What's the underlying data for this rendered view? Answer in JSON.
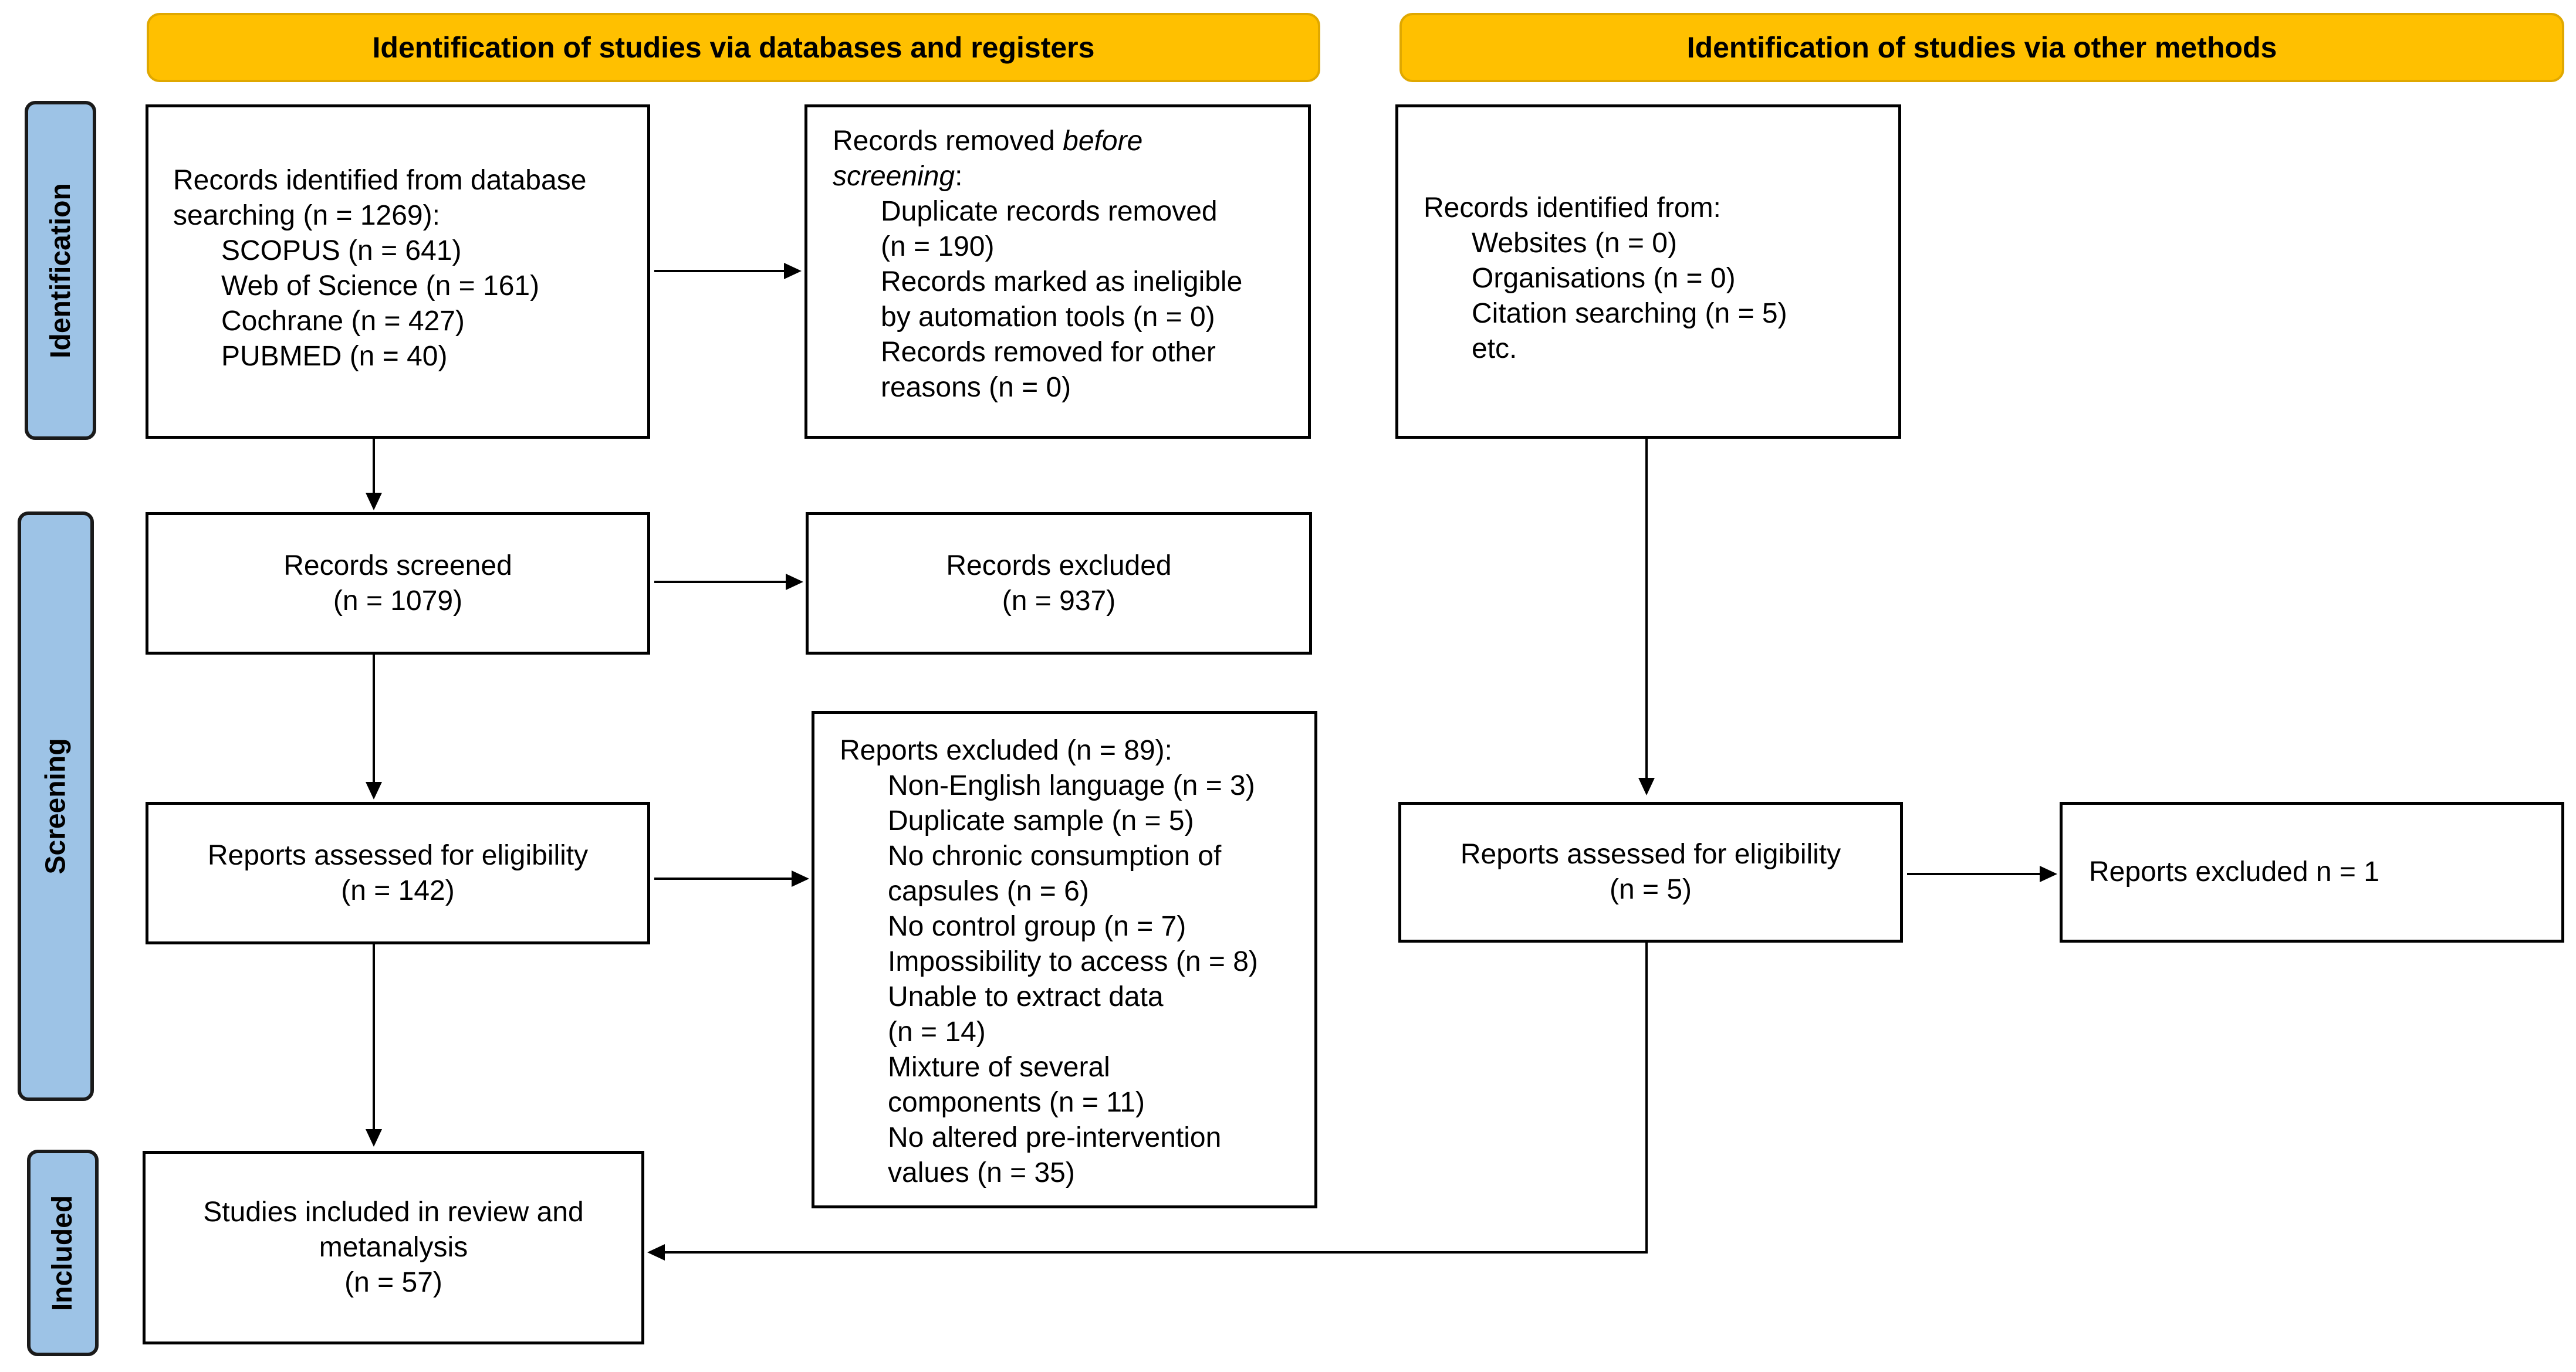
{
  "headers": {
    "databases": "Identification of studies via databases and registers",
    "other": "Identification of studies via other methods"
  },
  "phases": {
    "identification": "Identification",
    "screening": "Screening",
    "included": "Included"
  },
  "boxes": {
    "db_identified": {
      "lines": [
        "Records identified from database",
        "searching (n = 1269):"
      ],
      "sources": [
        "SCOPUS (n = 641)",
        "Web of Science (n = 161)",
        "Cochrane (n = 427)",
        "PUBMED (n = 40)"
      ]
    },
    "removed_before": {
      "title_a": "Records removed ",
      "title_em": "before",
      "title_em2": "screening",
      "title_b": ":",
      "items": [
        "Duplicate records removed",
        "(n = 190)",
        "Records marked as ineligible",
        "by automation tools (n = 0)",
        "Records removed for other",
        "reasons (n = 0)"
      ]
    },
    "other_identified": {
      "title": "Records identified from:",
      "items": [
        "Websites (n = 0)",
        "Organisations (n = 0)",
        "Citation searching (n = 5)",
        "etc."
      ]
    },
    "screened": {
      "label": "Records screened",
      "count": "(n = 1079)"
    },
    "excluded": {
      "label": "Records excluded",
      "count": "(n = 937)"
    },
    "eligibility_db": {
      "label": "Reports assessed for eligibility",
      "count": "(n = 142)"
    },
    "reports_excluded_db": {
      "title": "Reports excluded (n = 89):",
      "items": [
        "Non-English language (n = 3)",
        "Duplicate sample (n = 5)",
        "No chronic consumption of",
        "capsules (n = 6)",
        "No control group (n = 7)",
        "Impossibility to access (n = 8)",
        "Unable to extract data",
        "(n = 14)",
        "Mixture of several",
        "components (n = 11)",
        "No altered pre-intervention",
        "values (n = 35)"
      ]
    },
    "eligibility_other": {
      "label": "Reports assessed for eligibility",
      "count": "(n = 5)"
    },
    "reports_excluded_other": {
      "label": "Reports excluded n = 1"
    },
    "included": {
      "lines": [
        "Studies included in review and",
        "metanalysis",
        "(n = 57)"
      ]
    }
  },
  "colors": {
    "header_fill": "#FFC000",
    "phase_fill": "#9DC3E6",
    "border": "#000000"
  }
}
